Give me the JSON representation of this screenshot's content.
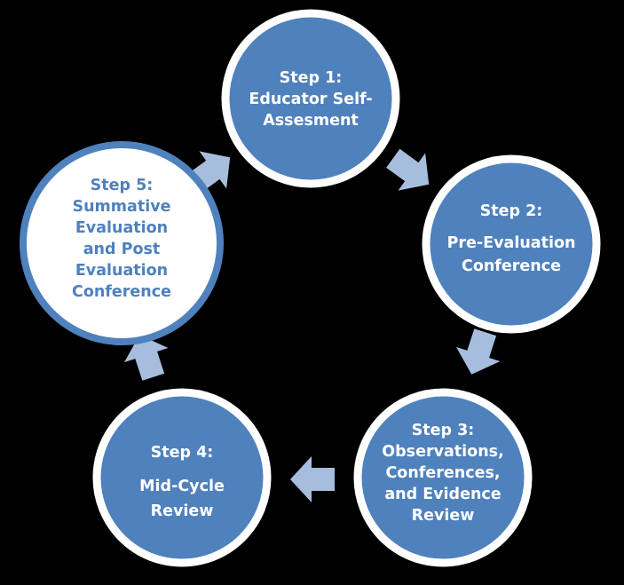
{
  "colors": {
    "background": "#000000",
    "node_fill": "#4F81BD",
    "node_border": "#FFFFFF",
    "node_text": "#FFFFFF",
    "highlight_fill": "#FFFFFF",
    "highlight_border": "#4F81BD",
    "highlight_text": "#4F81BD",
    "arrow_fill": "#A7BDDD"
  },
  "steps": [
    {
      "id": "step-1",
      "title": "Step 1:",
      "lines": [
        "Educator Self-",
        "Assesment"
      ],
      "highlighted": false
    },
    {
      "id": "step-2",
      "title": "Step 2:",
      "lines": [
        "Pre-Evaluation",
        "Conference"
      ],
      "highlighted": false
    },
    {
      "id": "step-3",
      "title": "Step 3:",
      "lines": [
        "Observations,",
        "Conferences,",
        "and Evidence",
        "Review"
      ],
      "highlighted": false
    },
    {
      "id": "step-4",
      "title": "Step 4:",
      "lines": [
        "Mid-Cycle",
        "Review"
      ],
      "highlighted": false
    },
    {
      "id": "step-5",
      "title": "Step 5:",
      "lines": [
        "Summative",
        "Evaluation",
        "and Post",
        "Evaluation",
        "Conference"
      ],
      "highlighted": true
    }
  ],
  "arrows": [
    {
      "id": "arrow-1-to-2",
      "from": "step-1",
      "to": "step-2"
    },
    {
      "id": "arrow-2-to-3",
      "from": "step-2",
      "to": "step-3"
    },
    {
      "id": "arrow-3-to-4",
      "from": "step-3",
      "to": "step-4"
    },
    {
      "id": "arrow-4-to-5",
      "from": "step-4",
      "to": "step-5"
    },
    {
      "id": "arrow-5-to-1",
      "from": "step-5",
      "to": "step-1"
    }
  ]
}
